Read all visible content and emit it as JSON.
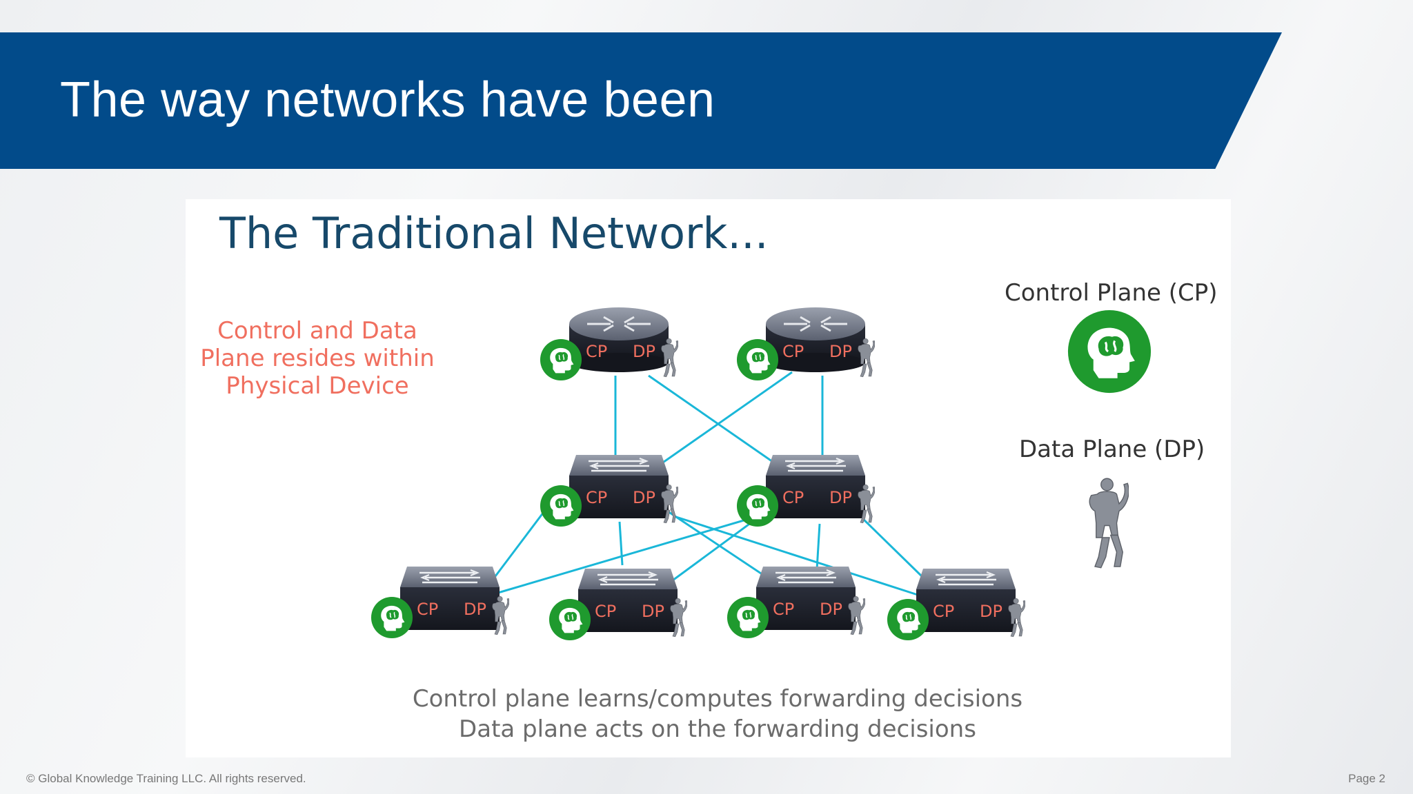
{
  "slide": {
    "title": "The way networks have been",
    "footer_copyright": "© Global Knowledge Training LLC. All rights reserved.",
    "page_label": "Page 2"
  },
  "diagram": {
    "title": "The Traditional Network...",
    "callout_lines": [
      "Control and Data",
      "Plane resides within",
      "Physical Device"
    ],
    "legend": {
      "control_plane": "Control Plane (CP)",
      "data_plane": "Data Plane (DP)"
    },
    "device_labels": {
      "cp": "CP",
      "dp": "DP"
    },
    "caption_lines": [
      "Control plane learns/computes forwarding decisions",
      "Data plane acts on the forwarding decisions"
    ],
    "colors": {
      "banner": "#024b8a",
      "link": "#1ab7d8",
      "brain_badge": "#1f9a2e",
      "callout_text": "#f06f5f",
      "device_label": "#f06f5f"
    },
    "icons": {
      "router": "router-icon",
      "switch": "switch-icon",
      "control_plane": "brain-head-icon",
      "data_plane": "strongman-icon"
    }
  }
}
